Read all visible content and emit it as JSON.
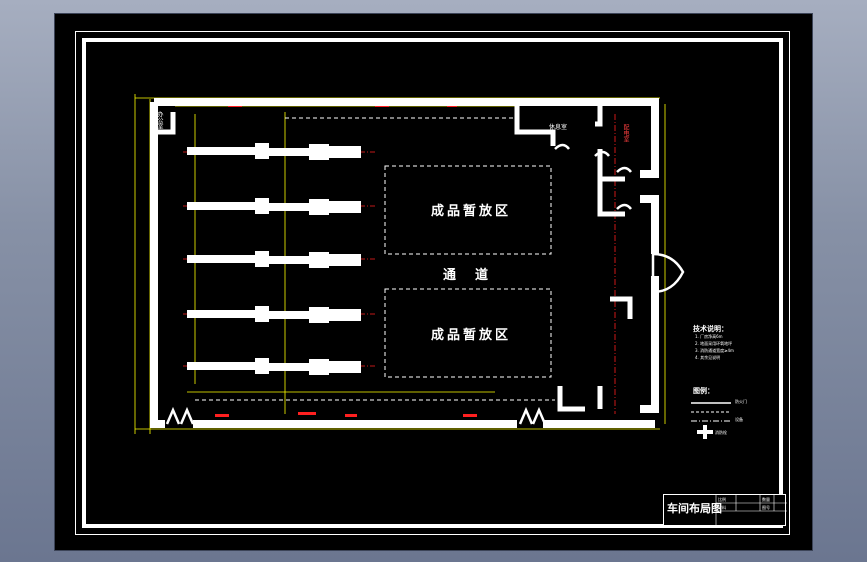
{
  "title_block": {
    "drawing_title": "车间布局图",
    "cells": [
      "比例",
      "材料",
      "数量",
      "图号"
    ]
  },
  "zones": {
    "product_area_top": "成品暂放区",
    "product_area_bottom": "成品暂放区",
    "aisle": "通　道",
    "room_top_left": "办公室",
    "room_top_right": "休息室",
    "room_right_column": "配电室"
  },
  "notes": {
    "heading": "技术说明：",
    "lines": [
      "1. 厂房净高6m",
      "2. 地面采用环氧地坪",
      "3. 消防通道宽度≥4m",
      "4. 其余见说明"
    ],
    "legend_heading": "图例：",
    "legend_items": [
      "防火门",
      "设备",
      "消防栓"
    ]
  },
  "colors": {
    "wall": "#ffffff",
    "dimension": "#ffff00",
    "centerline": "#ff0000",
    "background": "#000000"
  }
}
